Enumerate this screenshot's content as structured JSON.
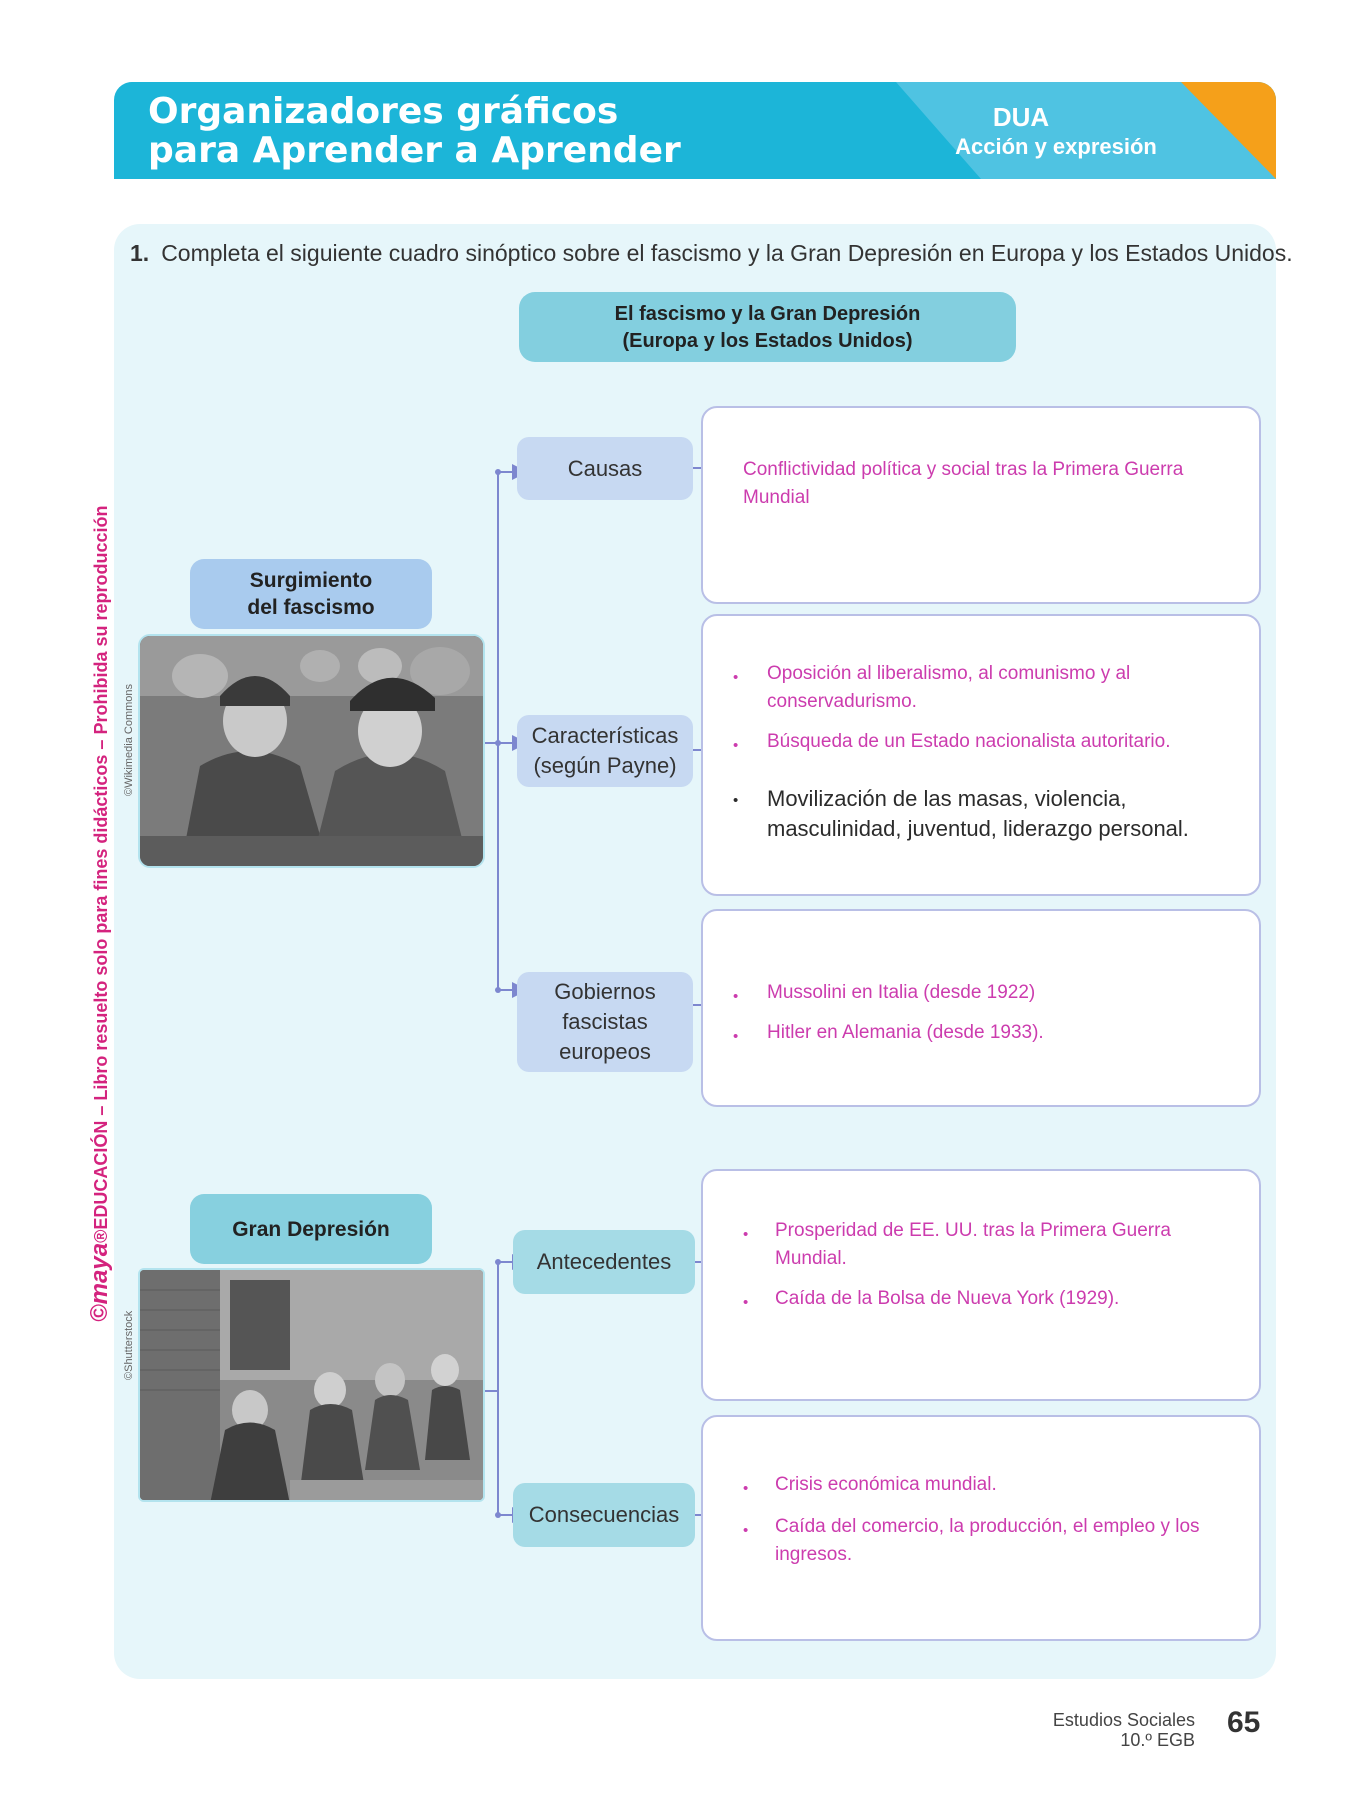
{
  "header": {
    "title": "Organizadores gráficos\npara Aprender a Aprender",
    "dua": "DUA",
    "dua_subtitle": "Acción y expresión",
    "colors": {
      "banner": "#1cb5d8",
      "accent_corner": "#f5a01a"
    }
  },
  "side_note": {
    "brand": "©maya",
    "text": "®EDUCACIÓN – Libro resuelto solo para fines didácticos – Prohibida su reproducción"
  },
  "activity": {
    "number": "1.",
    "instruction": "Completa el siguiente cuadro sinóptico sobre el fascismo y la Gran Depresión en Europa y los Estados Unidos."
  },
  "diagram": {
    "title_line1": "El fascismo y la Gran Depresión",
    "title_line2": "(Europa y los Estados Unidos)",
    "fascism": {
      "label_line1": "Surgimiento",
      "label_line2": "del fascismo",
      "photo_credit": "©Wikimedia Commons",
      "causas": {
        "label": "Causas",
        "answer": "Conflictividad política y social tras la Primera Guerra Mundial"
      },
      "caracteristicas": {
        "label_line1": "Características",
        "label_line2": "(según Payne)",
        "items": [
          "Oposición al liberalismo, al comunismo y al conservadurismo.",
          "Búsqueda de un Estado nacionalista autoritario.",
          "Movilización de las masas, violencia, masculinidad, juventud, liderazgo personal."
        ]
      },
      "gobiernos": {
        "label_line1": "Gobiernos",
        "label_line2": "fascistas",
        "label_line3": "europeos",
        "items": [
          "Mussolini en Italia (desde 1922)",
          "Hitler en Alemania (desde 1933)."
        ]
      }
    },
    "depression": {
      "label": "Gran Depresión",
      "photo_credit": "©Shutterstock",
      "antecedentes": {
        "label": "Antecedentes",
        "items": [
          "Prosperidad de EE. UU. tras la Primera Guerra Mundial.",
          "Caída de la Bolsa de Nueva York (1929)."
        ]
      },
      "consecuencias": {
        "label": "Consecuencias",
        "items": [
          "Crisis económica mundial.",
          "Caída del comercio, la producción, el empleo y los ingresos."
        ]
      }
    }
  },
  "footer": {
    "subject": "Estudios Sociales",
    "grade": "10.º EGB",
    "page": "65"
  }
}
